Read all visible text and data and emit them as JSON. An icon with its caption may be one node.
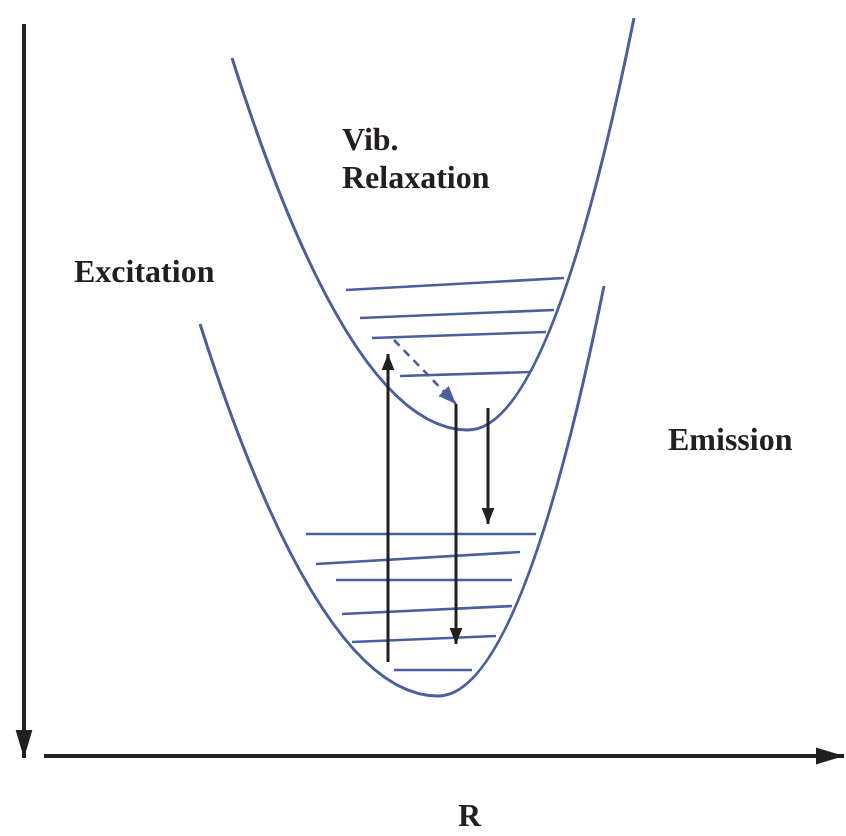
{
  "diagram": {
    "labels": [
      "Vib. Relaxation",
      "Excitation",
      "Emission",
      "R"
    ]
  }
}
